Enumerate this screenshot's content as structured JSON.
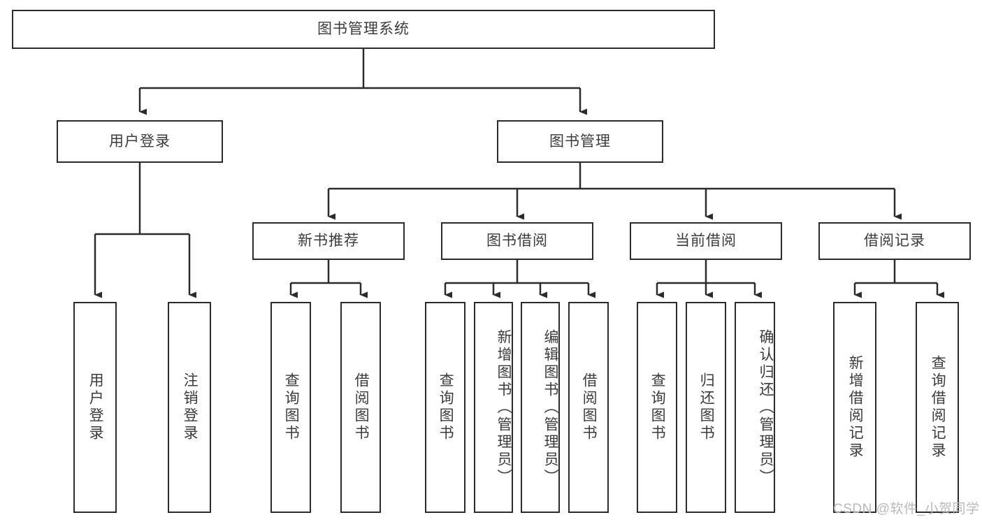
{
  "diagram": {
    "title": "图书管理系统",
    "root": {
      "label": "图书管理系统"
    },
    "level2": [
      {
        "label": "用户登录"
      },
      {
        "label": "图书管理"
      }
    ],
    "level3": [
      {
        "label": "新书推荐"
      },
      {
        "label": "图书借阅"
      },
      {
        "label": "当前借阅"
      },
      {
        "label": "借阅记录"
      }
    ],
    "leaves": {
      "user_login": [
        {
          "label": "用户登录"
        },
        {
          "label": "注销登录"
        }
      ],
      "new_book_recommend": [
        {
          "label": "查询图书"
        },
        {
          "label": "借阅图书"
        }
      ],
      "book_borrow": [
        {
          "label": "查询图书"
        },
        {
          "label": "新增图书（管理员）"
        },
        {
          "label": "编辑图书（管理员）"
        },
        {
          "label": "借阅图书"
        }
      ],
      "current_borrow": [
        {
          "label": "查询图书"
        },
        {
          "label": "归还图书"
        },
        {
          "label": "确认归还（管理员）"
        }
      ],
      "borrow_record": [
        {
          "label": "新增借阅记录"
        },
        {
          "label": "查询借阅记录"
        }
      ]
    }
  },
  "watermark": {
    "text": "CSDN @软件_小贺同学"
  },
  "colors": {
    "border": "#2b2b2b",
    "text": "#3b3b3b",
    "background": "#ffffff",
    "watermark": "#b9b9b9"
  }
}
